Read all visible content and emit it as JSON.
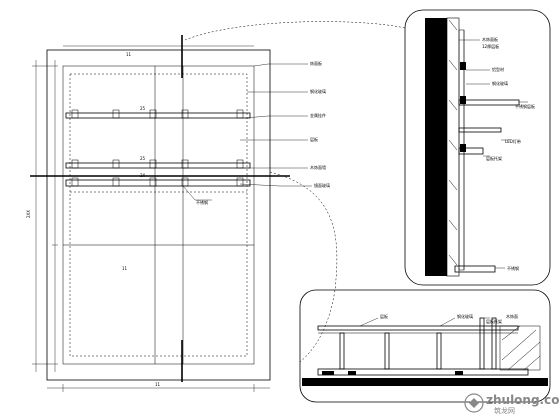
{
  "drawing": {
    "elevation": {
      "labels": [
        "饰面板",
        "钢化玻璃",
        "金属挂件",
        "层板",
        "木饰面墙",
        "镜面玻璃",
        "不锈钢"
      ],
      "dims": {
        "height_total": "2XX",
        "width_total": "11",
        "mid_height": "11",
        "shelf_gap_a": "25",
        "shelf_gap_b": "25",
        "shelf_gap_c": "2X"
      }
    },
    "section_detail": {
      "labels": [
        "木饰面板",
        "12厚层板",
        "铝型材",
        "钢化玻璃",
        "不锈钢层板",
        "LED灯带",
        "层板托架",
        "不锈钢"
      ]
    },
    "plan_detail": {
      "labels": [
        "层板",
        "钢化玻璃",
        "层板托架",
        "木饰面"
      ]
    }
  },
  "watermark": {
    "title": "zhulong.com",
    "subtitle": "筑龙网"
  }
}
